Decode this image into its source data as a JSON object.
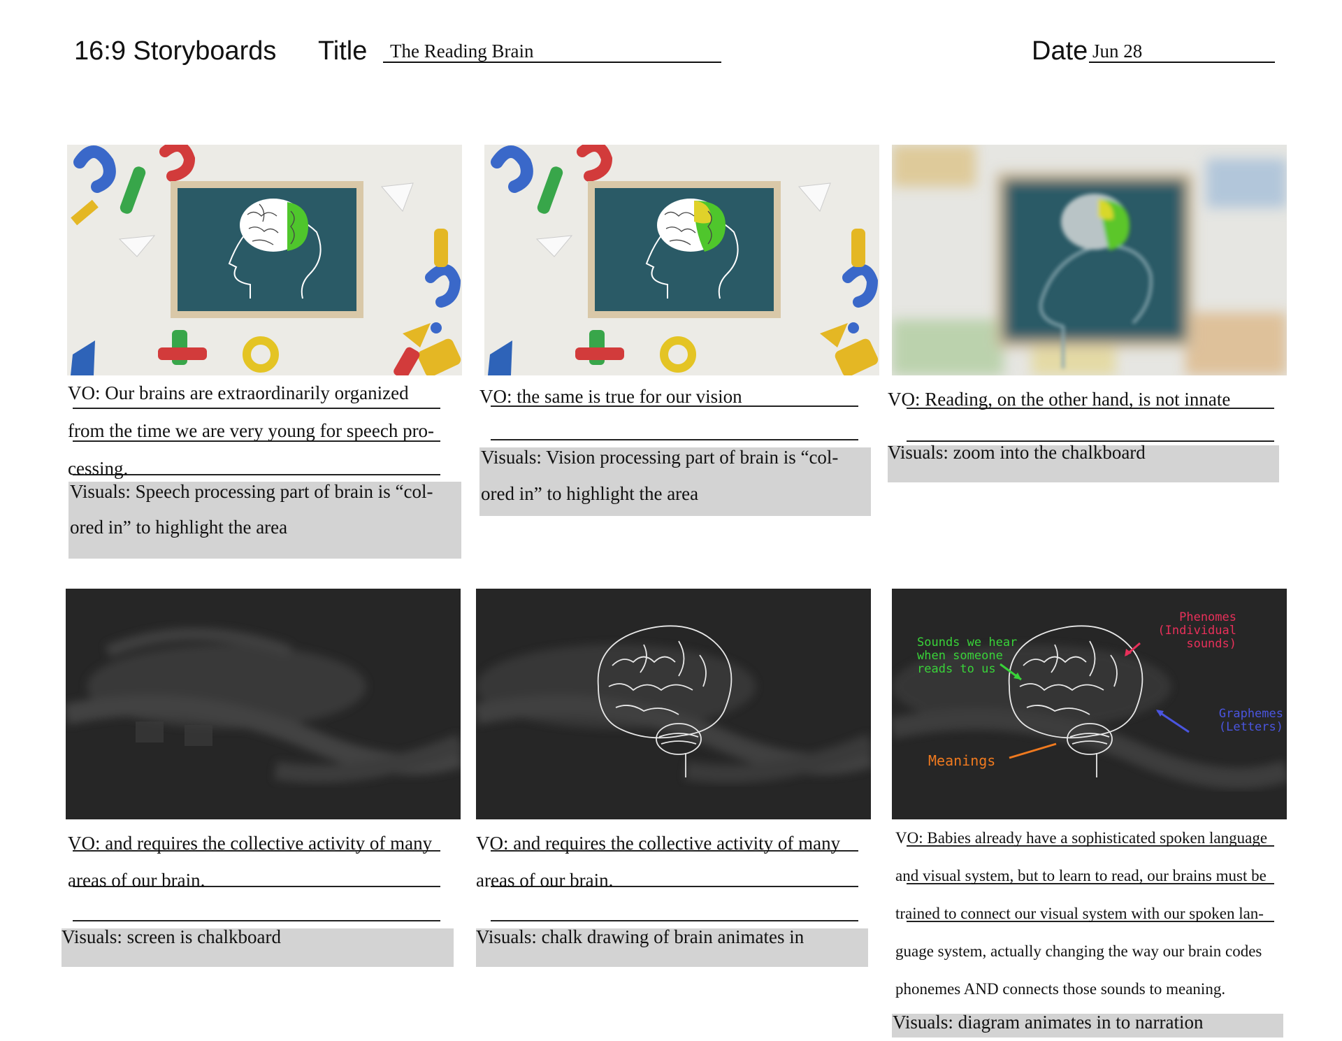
{
  "header": {
    "app_label": "16:9 Storyboards",
    "title_label": "Title",
    "title_value": "The Reading Brain",
    "date_label": "Date",
    "date_value": "Jun 28"
  },
  "panels": [
    {
      "vo": [
        "VO: Our brains are extraordinarily organized",
        "from the time we are very young for speech pro-",
        "cessing."
      ],
      "visuals": [
        "Visuals: Speech processing part of brain is “col-",
        "ored in” to highlight the area"
      ]
    },
    {
      "vo": [
        "VO: the same is true for our vision"
      ],
      "visuals": [
        "Visuals: Vision processing part of brain is “col-",
        "ored in” to highlight the area"
      ]
    },
    {
      "vo": [
        "VO: Reading, on the other hand, is not innate"
      ],
      "visuals": [
        "Visuals: zoom into the chalkboard"
      ]
    },
    {
      "vo": [
        "VO: and requires the collective activity of many",
        "areas of our brain."
      ],
      "visuals": [
        "Visuals: screen is chalkboard"
      ]
    },
    {
      "vo": [
        "VO: and requires the collective activity of many",
        "areas of our brain."
      ],
      "visuals": [
        "Visuals: chalk drawing of brain animates in"
      ]
    },
    {
      "vo": [
        "VO: Babies already have a sophisticated spoken language",
        "and visual system, but to learn to read, our brains must be",
        "trained to connect our visual system with our spoken lan-",
        "guage system, actually changing the way our brain codes",
        "phonemes AND connects those sounds to meaning."
      ],
      "visuals": [
        "Visuals: diagram animates in to narration"
      ],
      "diagram_labels": {
        "sounds": [
          "Sounds we hear",
          "when someone",
          "reads to us"
        ],
        "phenomes": [
          "Phenomes",
          "(Individual",
          "sounds)"
        ],
        "graphemes": [
          "Graphemes",
          "(Letters)"
        ],
        "meanings": "Meanings"
      }
    }
  ],
  "colors": {
    "chalkboard_teal": "#2a5a66",
    "chalkboard_dark": "#2b2b2b",
    "speech_green": "#4fc62c",
    "vision_yellow": "#e0d22a",
    "label_green": "#39d339",
    "label_pink": "#e8305a",
    "label_blue": "#4a55e0",
    "label_orange": "#f07a1f",
    "visuals_box": "#d3d3d3"
  }
}
